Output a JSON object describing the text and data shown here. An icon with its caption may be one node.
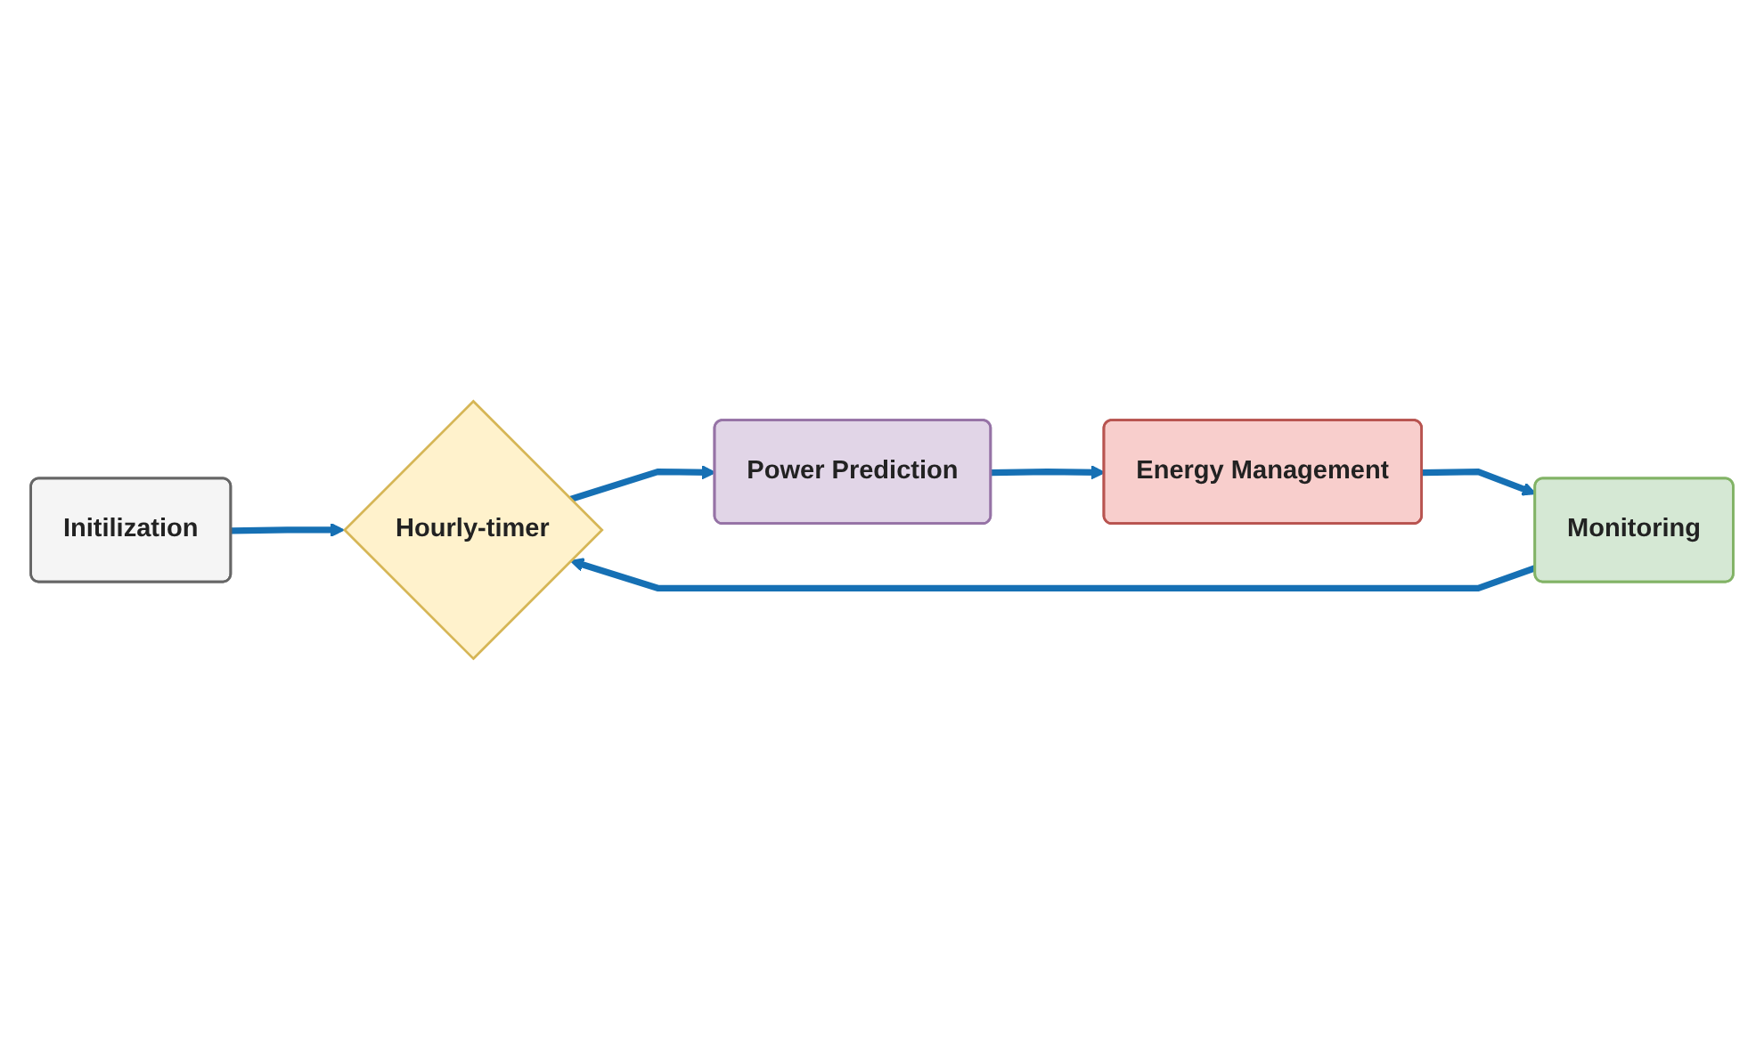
{
  "diagram": {
    "nodes": [
      {
        "text": [
          "Initilization"
        ]
      },
      {
        "text": [
          "Hourly-timer"
        ]
      },
      {
        "text": [
          "Power Prediction"
        ]
      },
      {
        "text": [
          "Energy Management"
        ]
      },
      {
        "text": [
          "Monitoring"
        ]
      }
    ],
    "edges": [
      {
        "from": 0,
        "to": 1,
        "arrow": "to"
      },
      {
        "from": 1,
        "to": 2,
        "arrow": "to"
      },
      {
        "from": 2,
        "to": 3,
        "arrow": "to"
      },
      {
        "from": 3,
        "to": 4,
        "arrow": "to"
      },
      {
        "from": 4,
        "to": 1,
        "arrow": "to"
      }
    ]
  }
}
